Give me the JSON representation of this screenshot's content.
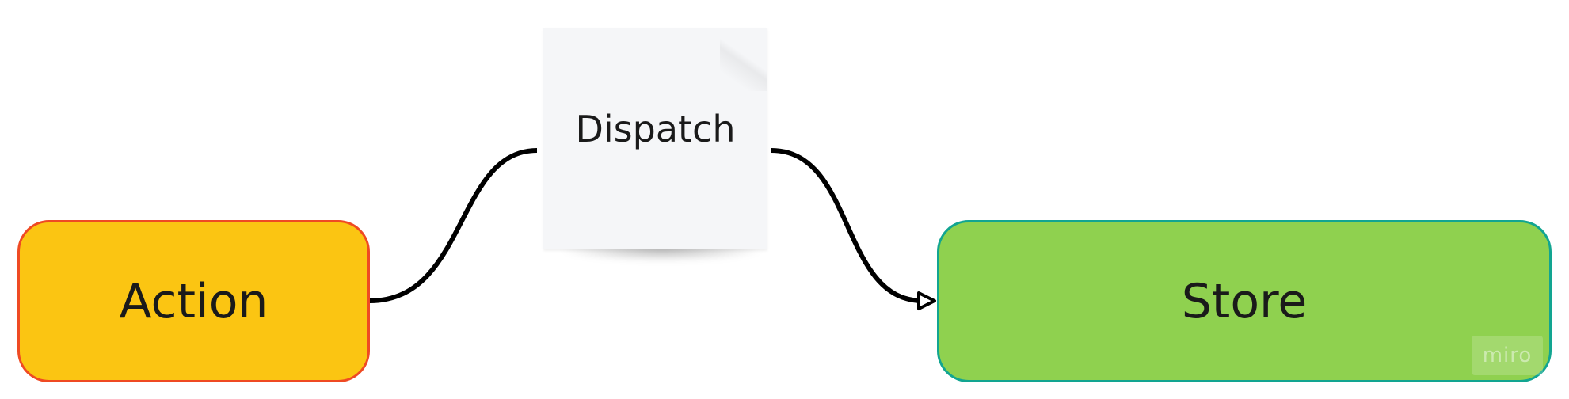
{
  "diagram": {
    "nodes": {
      "action": {
        "label": "Action",
        "fill": "#fbc512",
        "border": "#ef4a23"
      },
      "dispatch": {
        "label": "Dispatch",
        "fill": "#f5f6f8"
      },
      "store": {
        "label": "Store",
        "fill": "#8fd14f",
        "border": "#12a591"
      }
    },
    "edges": [
      {
        "from": "Action",
        "to": "Dispatch",
        "arrow": "none"
      },
      {
        "from": "Dispatch",
        "to": "Store",
        "arrow": "end"
      }
    ],
    "edge_color": "#000000"
  },
  "watermark": {
    "text": "miro"
  }
}
